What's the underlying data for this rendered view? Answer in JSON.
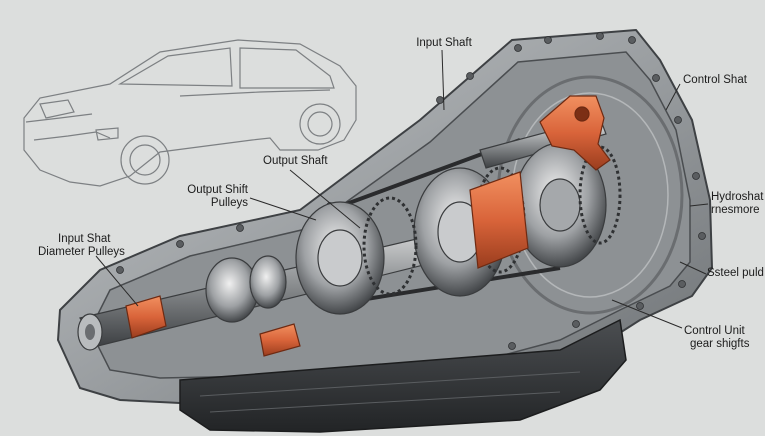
{
  "diagram": {
    "labels": {
      "input_shaft": "Input Shaft",
      "control_shaft": "Control Shat",
      "output_shaft": "Output Shaft",
      "output_shift_pulleys_line1": "Output Shift",
      "output_shift_pulleys_line2": "Pulleys",
      "hydroshaft_line1": "Hydroshat",
      "hydroshaft_line2": "rnesmore",
      "input_shaft_diameter_line1": "Input Shat",
      "input_shaft_diameter_line2": "Diameter Pulleys",
      "steel_pulley": "Ssteel puld",
      "control_unit_line1": "Control Unit",
      "control_unit_line2": "gear shigfts"
    },
    "colors": {
      "background": "#dcdedd",
      "casing": "#9ea1a3",
      "casing_dark": "#5a5d60",
      "accent_orange": "#d9643a",
      "line": "#2a2a2a"
    }
  }
}
